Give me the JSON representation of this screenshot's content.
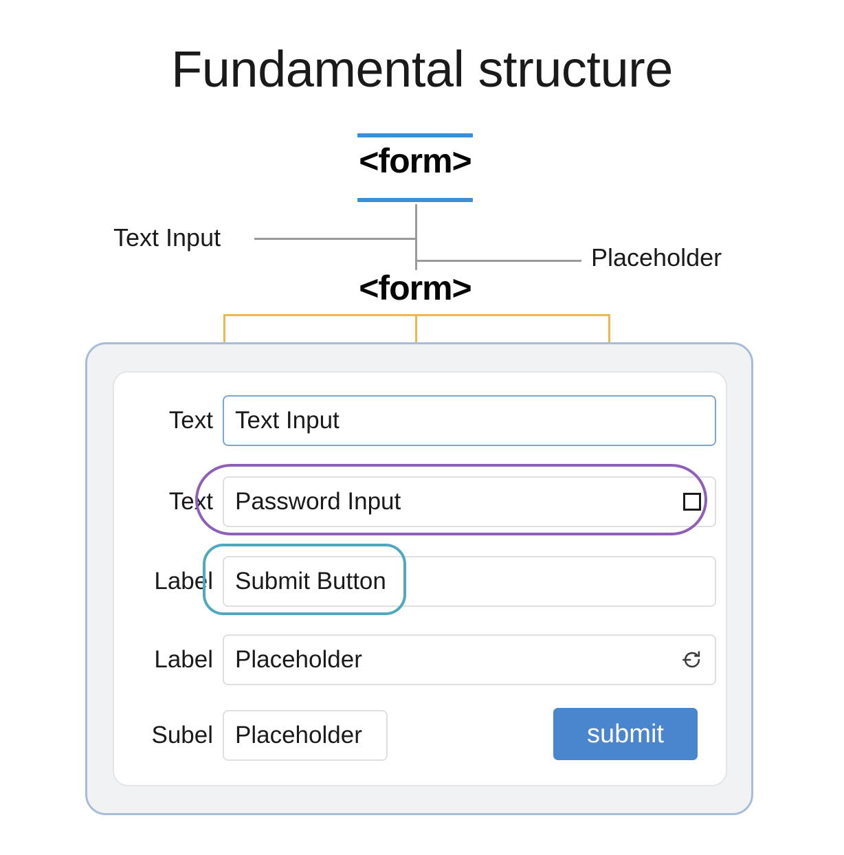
{
  "page": {
    "title": "Fundamental structure",
    "background": "#ffffff"
  },
  "diagram": {
    "form_tag_top": "<form>",
    "form_tag_bottom": "<form>",
    "rule_color": "#3b8fd4",
    "connector_color": "#9a9a9a",
    "bracket_color": "#edb94e",
    "annotations": [
      {
        "label": "Text Input",
        "side": "left"
      },
      {
        "label": "Placeholder",
        "side": "right"
      }
    ]
  },
  "card": {
    "outer_border_color": "#a8bcd8",
    "outer_fill": "#f1f2f4",
    "inner_fill": "#ffffff",
    "rows": [
      {
        "label": "Text",
        "value": "Text Input",
        "icon": null,
        "highlight": "blue-border"
      },
      {
        "label": "Text",
        "value": "Password Input",
        "icon": "square-icon",
        "highlight": "purple-outline"
      },
      {
        "label": "Label",
        "value": "Submit Button",
        "icon": null,
        "highlight": "teal-outline"
      },
      {
        "label": "Label",
        "value": "Placeholder",
        "icon": "refresh-icon",
        "highlight": null
      },
      {
        "label": "Subel",
        "value": "Placeholder",
        "icon": null,
        "highlight": null
      }
    ],
    "submit_label": "submit",
    "submit_color": "#4a86cd",
    "highlight_colors": {
      "blue": "#7ba7cb",
      "purple": "#8e5fb8",
      "teal": "#4fa8bd"
    }
  }
}
